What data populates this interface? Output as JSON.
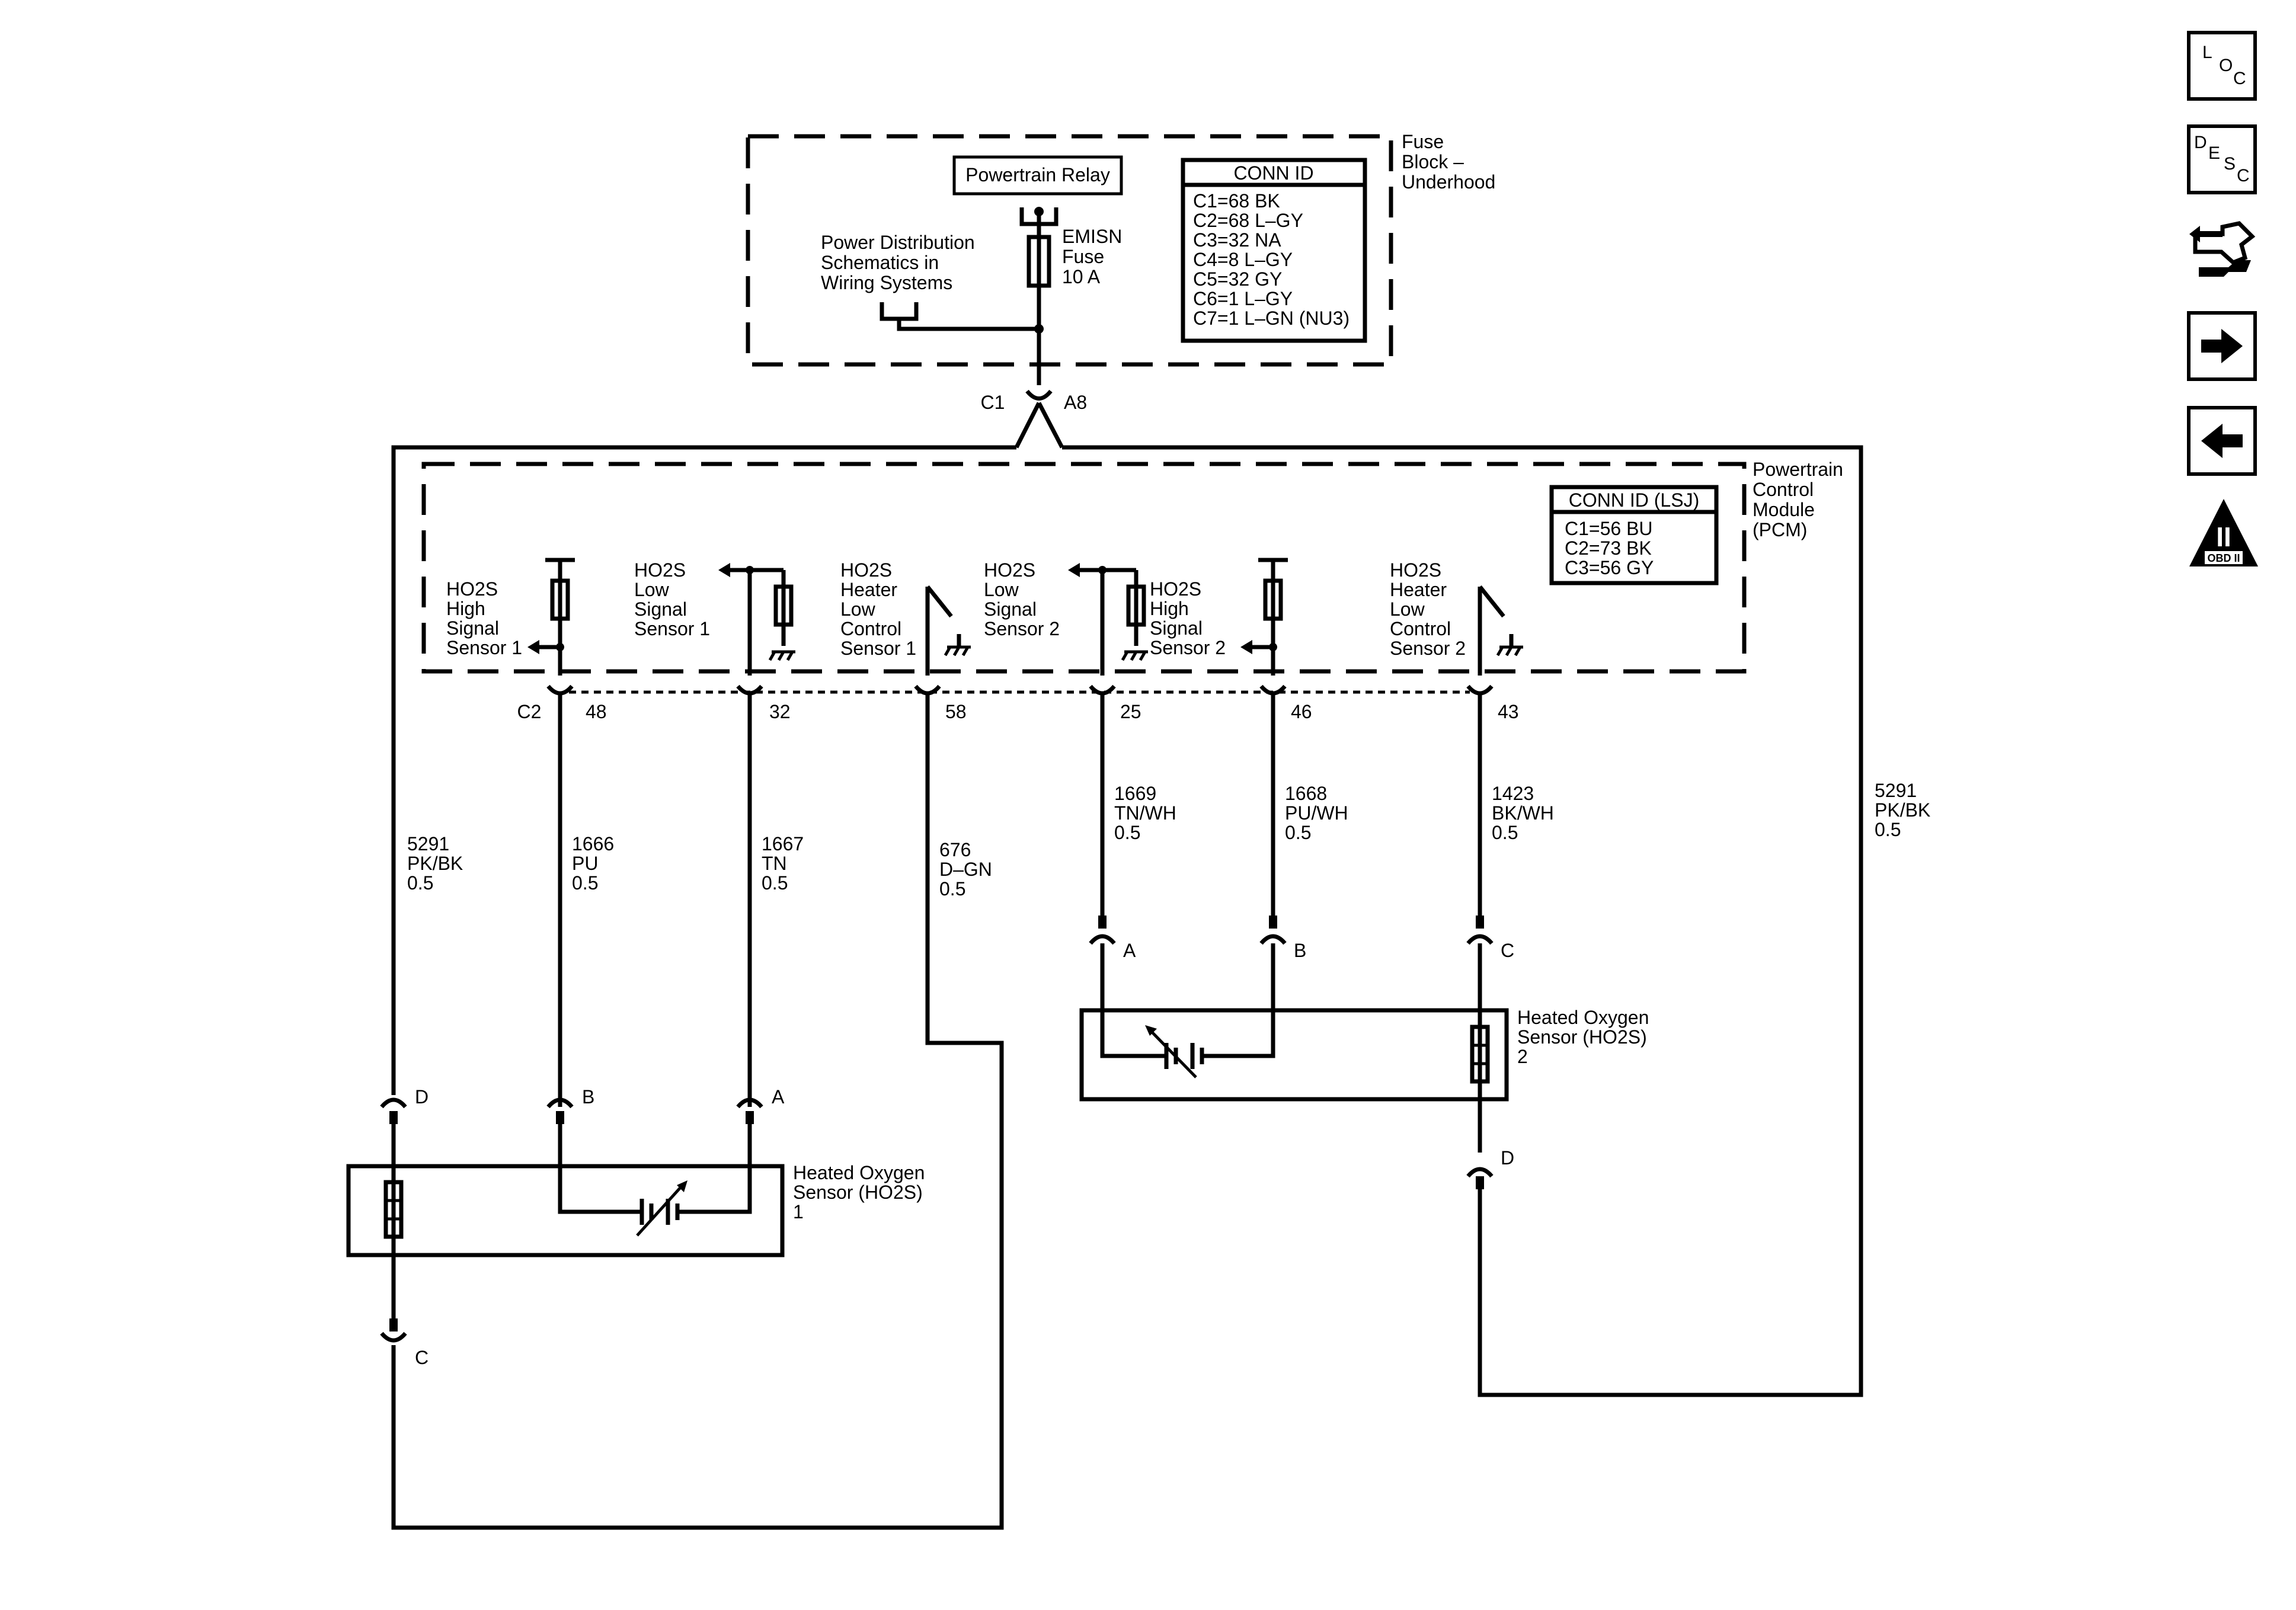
{
  "fuse_block": {
    "title_lines": [
      "Fuse",
      "Block –",
      "Underhood"
    ],
    "relay_label": "Powertrain Relay",
    "fuse_lines": [
      "EMISN",
      "Fuse",
      "10 A"
    ],
    "power_dist_lines": [
      "Power Distribution",
      "Schematics in",
      "Wiring Systems"
    ],
    "conn_id_title": "CONN ID",
    "conn_id_rows": [
      "C1=68 BK",
      "C2=68 L–GY",
      "C3=32 NA",
      "C4=8 L–GY",
      "C5=32 GY",
      "C6=1 L–GY",
      "C7=1 L–GN (NU3)"
    ],
    "connector": "C1",
    "pin": "A8"
  },
  "pcm": {
    "title_lines": [
      "Powertrain",
      "Control",
      "Module",
      "(PCM)"
    ],
    "conn_id_title": "CONN ID (LSJ)",
    "conn_id_rows": [
      "C1=56 BU",
      "C2=73 BK",
      "C3=56 GY"
    ],
    "connector": "C2",
    "circuits": [
      {
        "label_lines": [
          "HO2S",
          "High",
          "Signal",
          "Sensor 1"
        ],
        "pin": "48"
      },
      {
        "label_lines": [
          "HO2S",
          "Low",
          "Signal",
          "Sensor 1"
        ],
        "pin": "32"
      },
      {
        "label_lines": [
          "HO2S",
          "Heater",
          "Low",
          "Control",
          "Sensor 1"
        ],
        "pin": "58"
      },
      {
        "label_lines": [
          "HO2S",
          "Low",
          "Signal",
          "Sensor 2"
        ],
        "pin": "25"
      },
      {
        "label_lines": [
          "HO2S",
          "High",
          "Signal",
          "Sensor 2"
        ],
        "pin": "46"
      },
      {
        "label_lines": [
          "HO2S",
          "Heater",
          "Low",
          "Control",
          "Sensor 2"
        ],
        "pin": "43"
      }
    ]
  },
  "wires": {
    "w5291_left": [
      "5291",
      "PK/BK",
      "0.5"
    ],
    "w1666": [
      "1666",
      "PU",
      "0.5"
    ],
    "w1667": [
      "1667",
      "TN",
      "0.5"
    ],
    "w676": [
      "676",
      "D–GN",
      "0.5"
    ],
    "w1669": [
      "1669",
      "TN/WH",
      "0.5"
    ],
    "w1668": [
      "1668",
      "PU/WH",
      "0.5"
    ],
    "w1423": [
      "1423",
      "BK/WH",
      "0.5"
    ],
    "w5291_right": [
      "5291",
      "PK/BK",
      "0.5"
    ]
  },
  "sensor1": {
    "title_lines": [
      "Heated Oxygen",
      "Sensor (HO2S)",
      "1"
    ],
    "pins": {
      "d": "D",
      "b": "B",
      "a": "A",
      "c": "C"
    }
  },
  "sensor2": {
    "title_lines": [
      "Heated Oxygen",
      "Sensor (HO2S)",
      "2"
    ],
    "pins": {
      "a": "A",
      "b": "B",
      "c": "C",
      "d": "D"
    }
  },
  "nav": {
    "loc": [
      "L",
      "O",
      "C"
    ],
    "desc": [
      "D",
      "E",
      "S",
      "C"
    ],
    "obd_numeral": "II",
    "obd_label": "OBD II",
    "icons": [
      "connector-end-view-icon",
      "next-page-arrow-icon",
      "previous-page-arrow-icon",
      "obd-ii-warning-icon"
    ]
  }
}
